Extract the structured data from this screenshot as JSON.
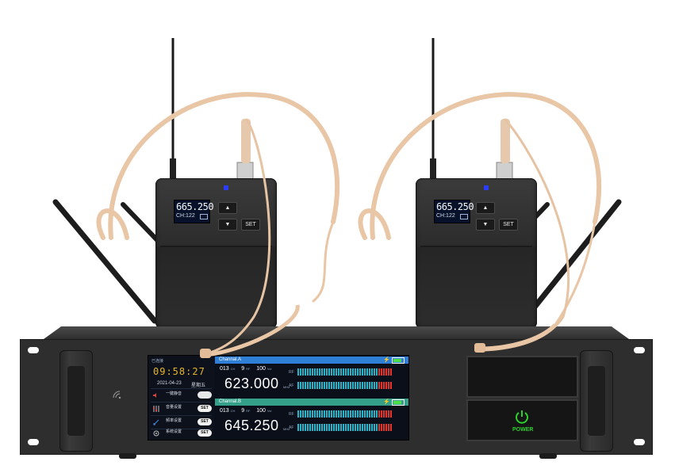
{
  "bodypacks": [
    {
      "frequency": "665.250",
      "channel_line": "CH:122",
      "up_icon": "triangle-up-icon",
      "down_icon": "triangle-down-icon",
      "set_label": "SET"
    },
    {
      "frequency": "665.250",
      "channel_line": "CH:122",
      "up_icon": "triangle-up-icon",
      "down_icon": "triangle-down-icon",
      "set_label": "SET"
    }
  ],
  "receiver": {
    "status": "已连接",
    "time": "09:58:27",
    "date": "2021-04-23",
    "weekday": "星期五",
    "menu": [
      {
        "label": "一键静音",
        "icon": "speaker-mute-icon",
        "control": "toggle"
      },
      {
        "label": "音量设置",
        "icon": "sliders-icon",
        "control": "SET"
      },
      {
        "label": "频率设置",
        "icon": "antenna-icon",
        "control": "SET"
      },
      {
        "label": "系统设置",
        "icon": "gear-icon",
        "control": "SET"
      }
    ],
    "channels": [
      {
        "name": "Channal.A",
        "bar_color": "#2f7fd6",
        "ch": "013",
        "rf_level": "9",
        "af_level": "100",
        "frequency": "623.000",
        "unit": "MHz",
        "rf_label": "RF",
        "af_label": "AF"
      },
      {
        "name": "Channal.B",
        "bar_color": "#35a08a",
        "ch": "013",
        "rf_level": "9",
        "af_level": "100",
        "frequency": "645.250",
        "unit": "MHz",
        "rf_label": "RF",
        "af_label": "AF"
      }
    ],
    "power_label": "POWER",
    "power_color": "#2bd02b"
  }
}
